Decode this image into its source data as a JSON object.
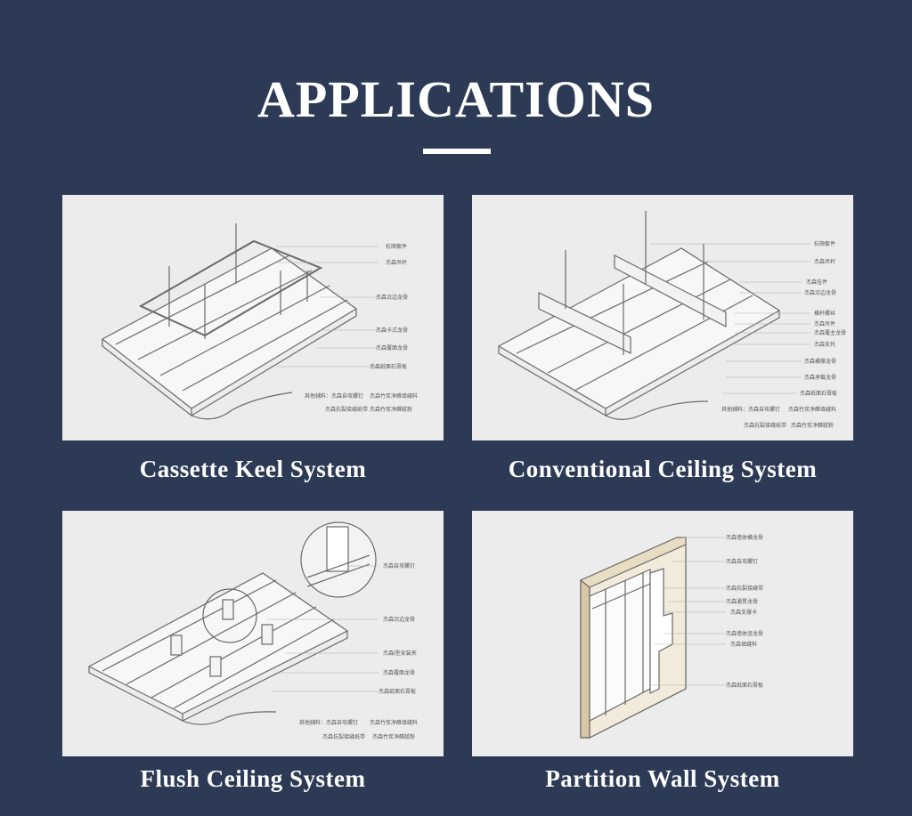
{
  "page": {
    "title": "APPLICATIONS"
  },
  "panels": [
    {
      "caption": "Cassette Keel System",
      "labels": [
        "杭顺套件",
        "杰森吊杆",
        "杰森沿边龙骨",
        "杰森卡式龙骨",
        "杰森覆面龙骨",
        "杰森纸面石膏板"
      ],
      "notes": [
        "其他辅料：杰森自攻螺钉",
        "杰森抗裂接缝纸带",
        "杰森竹炭净醛填缝料",
        "杰森竹炭净醛腻粉"
      ]
    },
    {
      "caption": "Conventional Ceiling System",
      "labels": [
        "杭顺套件",
        "杰森吊杆",
        "杰森挂件",
        "杰森沿边龙骨",
        "横杆螺丝",
        "杰森吊件",
        "杰森覆主龙骨",
        "杰森支托",
        "杰森横撑龙骨",
        "杰森承载龙骨",
        "杰森纸面石膏板"
      ],
      "notes": [
        "其他辅料：杰森自攻螺钉",
        "杰森竹炭净醛填缝料",
        "杰森抗裂接缝纸带",
        "杰森竹炭净醛腻粉"
      ]
    },
    {
      "caption": "Flush Ceiling System",
      "labels": [
        "杰森自攻螺钉",
        "杰森沿边龙骨",
        "杰森I型安装夹",
        "杰森覆面龙骨",
        "杰森纸面石膏板"
      ],
      "notes": [
        "其他辅料：杰森自攻螺钉",
        "杰森竹炭净醛填缝料",
        "杰森抗裂接缝纸带",
        "杰森竹炭净醛腻粉"
      ]
    },
    {
      "caption": "Partition Wall System",
      "labels": [
        "杰森墙体横龙骨",
        "杰森自攻螺钉",
        "杰森抗裂接缝带",
        "杰森通贯龙骨",
        "杰森支撑卡",
        "杰森墙体竖龙骨",
        "杰森填缝料",
        "杰森纸面石膏板"
      ],
      "notes": []
    }
  ],
  "colors": {
    "background": "#2c3a56",
    "panel": "#ececec",
    "text": "#ffffff"
  }
}
